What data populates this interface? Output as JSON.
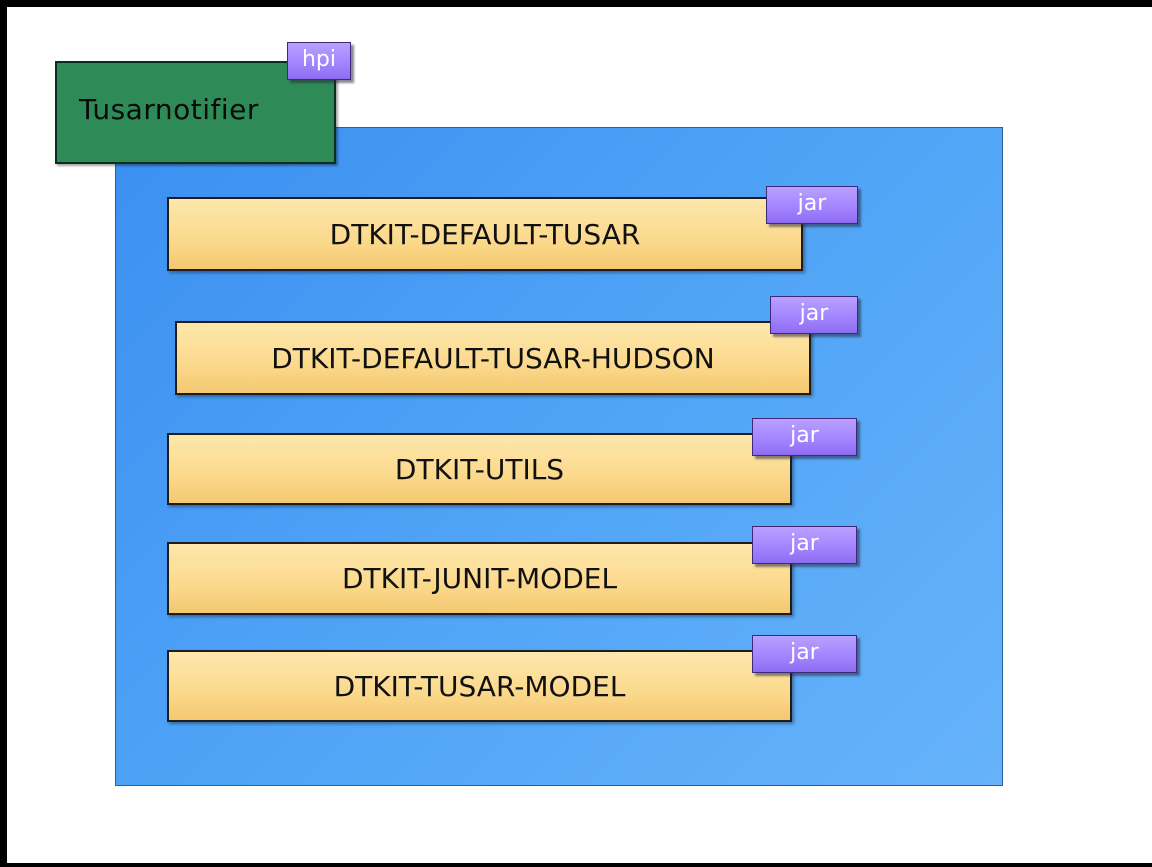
{
  "diagram": {
    "plugin": {
      "label": "Tusarnotifier",
      "badge": "hpi"
    },
    "modules": [
      {
        "label": "DTKIT-DEFAULT-TUSAR",
        "badge": "jar"
      },
      {
        "label": "DTKIT-DEFAULT-TUSAR-HUDSON",
        "badge": "jar"
      },
      {
        "label": "DTKIT-UTILS",
        "badge": "jar"
      },
      {
        "label": "DTKIT-JUNIT-MODEL",
        "badge": "jar"
      },
      {
        "label": "DTKIT-TUSAR-MODEL",
        "badge": "jar"
      }
    ],
    "colors": {
      "plugin_fill": "#2e8b57",
      "container_fill": "#4ea2f6",
      "module_fill": "#fbd98c",
      "badge_fill": "#a385ff"
    }
  }
}
